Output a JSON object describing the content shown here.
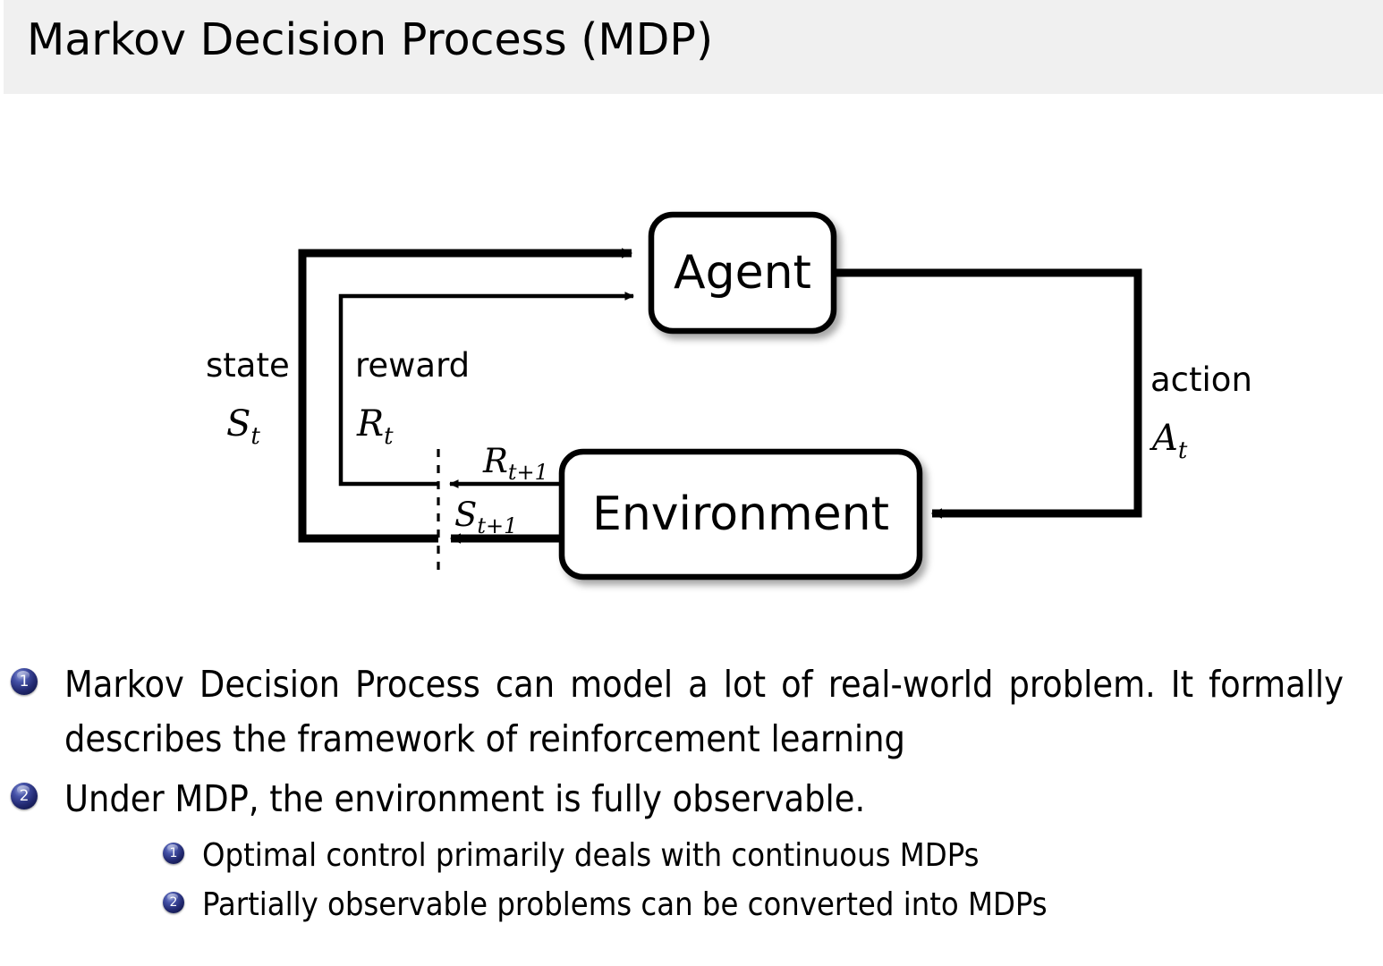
{
  "slide": {
    "title": "Markov Decision Process (MDP)",
    "header_bg": "#f0f0f0",
    "background": "#ffffff",
    "bullet_color": "#232a72"
  },
  "diagram": {
    "name": "agent-environment-interaction-loop",
    "nodes": [
      {
        "id": "agent",
        "label": "Agent"
      },
      {
        "id": "environment",
        "label": "Environment"
      }
    ],
    "edge_labels": {
      "state_word": "state",
      "state_symbol_base": "S",
      "state_symbol_sub": "t",
      "reward_word": "reward",
      "reward_symbol_base": "R",
      "reward_symbol_sub": "t",
      "action_word": "action",
      "action_symbol_base": "A",
      "action_symbol_sub": "t",
      "next_reward_base": "R",
      "next_reward_sub": "t+1",
      "next_state_base": "S",
      "next_state_sub": "t+1"
    }
  },
  "content": {
    "items": [
      {
        "marker": "1",
        "text": "Markov Decision Process can model a lot of real-world problem. It formally describes the framework of reinforcement learning",
        "subitems": []
      },
      {
        "marker": "2",
        "text": "Under MDP, the environment is fully observable.",
        "subitems": [
          {
            "marker": "1",
            "text": "Optimal control primarily deals with continuous MDPs"
          },
          {
            "marker": "2",
            "text": "Partially observable problems can be converted into MDPs"
          }
        ]
      }
    ]
  }
}
